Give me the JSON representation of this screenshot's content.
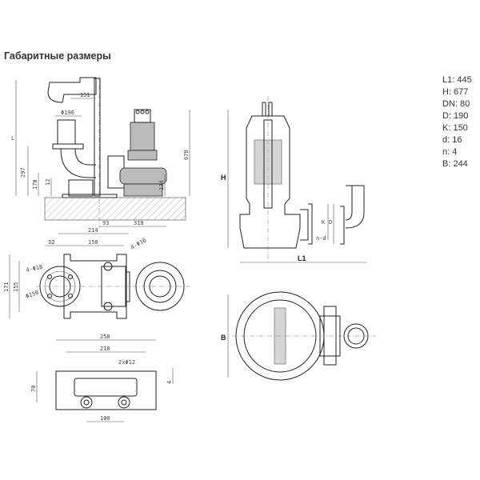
{
  "title": "Габаритные размеры",
  "specs": [
    {
      "label": "L1: 445"
    },
    {
      "label": "H: 677"
    },
    {
      "label": "DN: 80"
    },
    {
      "label": "D: 190"
    },
    {
      "label": "K: 150"
    },
    {
      "label": "d: 16"
    },
    {
      "label": "n: 4"
    },
    {
      "label": "B: 244"
    }
  ],
  "installation_view": {
    "L": "L",
    "d151": "151",
    "d190": "Φ190",
    "d297": "297",
    "d170": "170",
    "d12": "12",
    "d678": "678",
    "d134": "134",
    "d93": "93",
    "d318": "318"
  },
  "top_view": {
    "d214": "214",
    "d32": "32",
    "d150": "150",
    "d4x16": "4-Φ16",
    "d4x18": "4-Φ18",
    "d171": "171",
    "d155": "155",
    "d150b": "Φ150"
  },
  "plate_view": {
    "d250": "250",
    "d210": "210",
    "d2x12": "2xΦ12",
    "d70": "70",
    "d4": "4",
    "d100": "100"
  },
  "section_view": {
    "H": "H",
    "L1": "L1",
    "K": "K",
    "D": "D",
    "nd": "n-d"
  },
  "plan_view": {
    "B": "B"
  }
}
